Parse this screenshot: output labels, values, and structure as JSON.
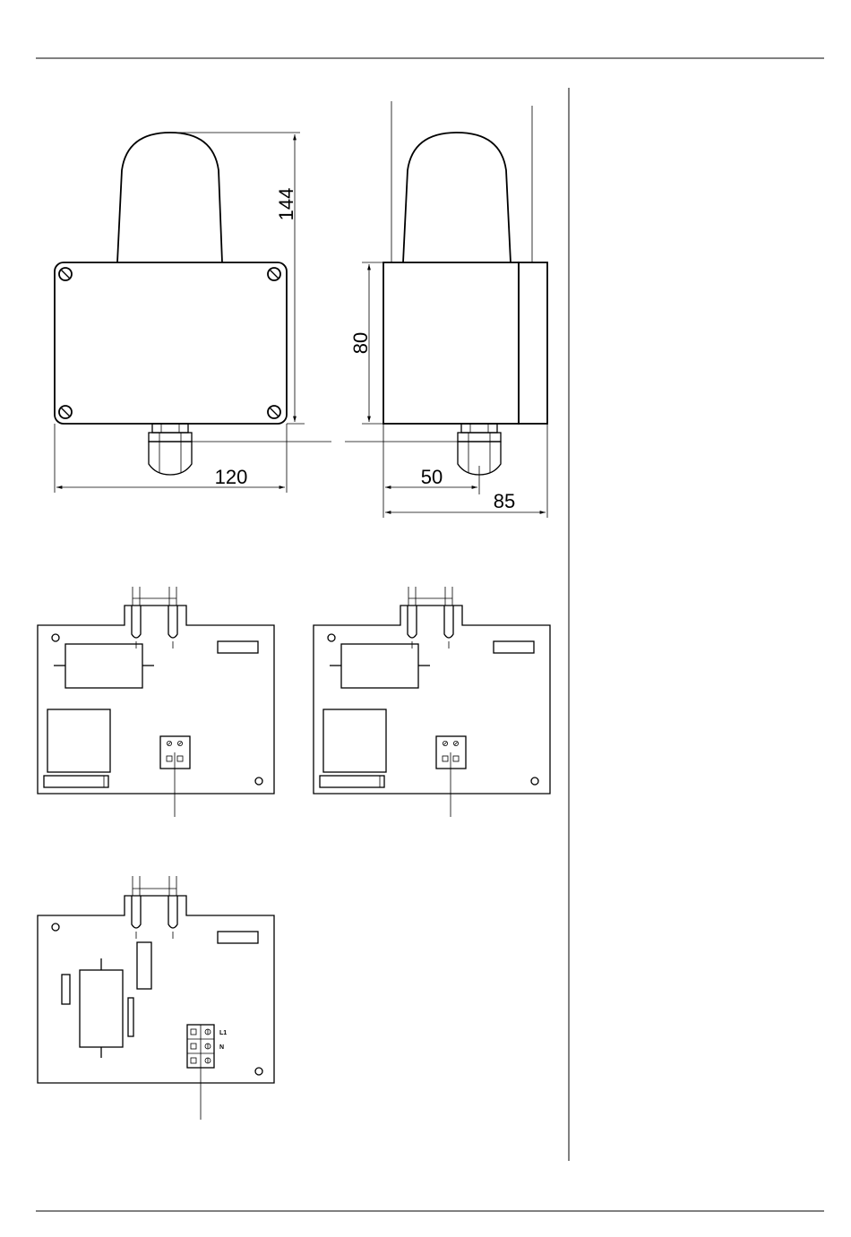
{
  "dimensions": {
    "height_total": "144",
    "height_box": "80",
    "width_front": "120",
    "depth_gland": "50",
    "depth_total": "85"
  },
  "terminals": {
    "l1": "L1",
    "n": "N"
  }
}
